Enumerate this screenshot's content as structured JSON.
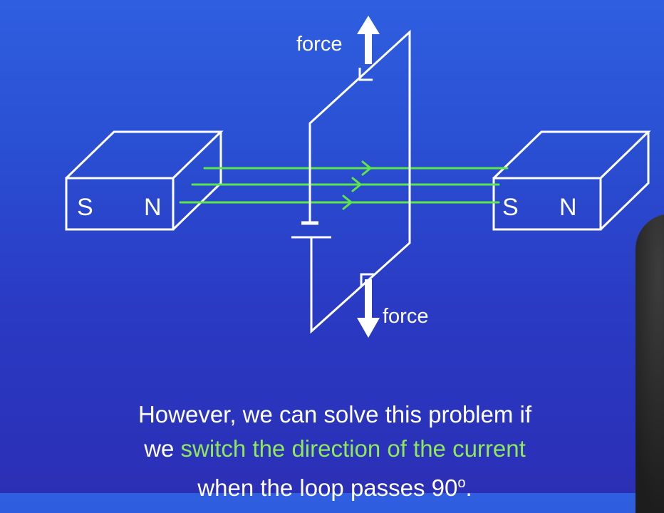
{
  "diagram": {
    "labels": {
      "force_top": "force",
      "force_bottom": "force"
    },
    "left_magnet": {
      "south": "S",
      "north": "N"
    },
    "right_magnet": {
      "south": "S",
      "north": "N"
    }
  },
  "caption": {
    "line1": "However, we can solve this problem if",
    "line2_start": "we ",
    "line2_highlight": "switch the direction of the current",
    "line3": "when the loop passes 90",
    "line3_sup": "o",
    "line3_end": "."
  },
  "colors": {
    "field_lines": "#5ce64a",
    "highlight_text": "#8ee85a",
    "outline": "#ffffff"
  }
}
